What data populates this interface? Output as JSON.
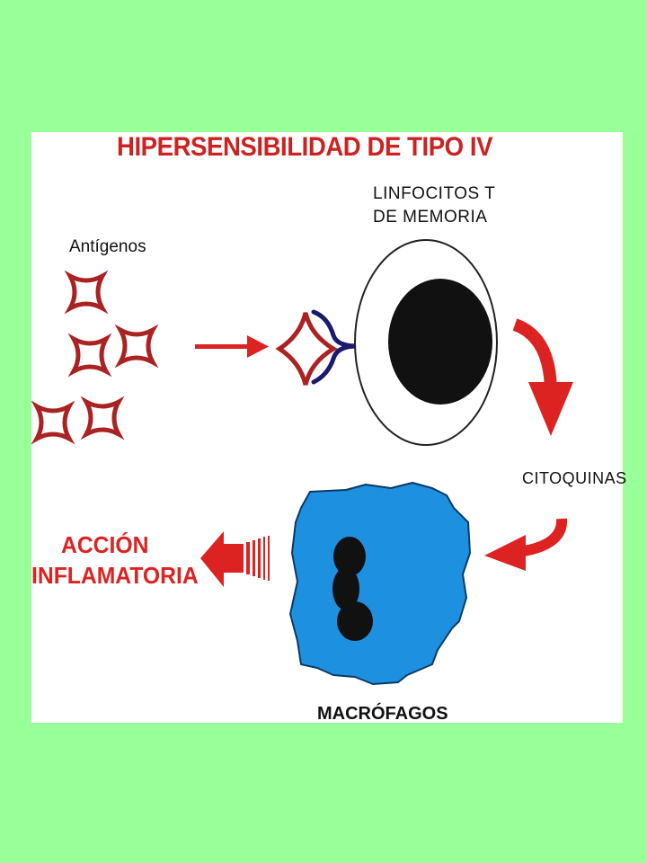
{
  "title": "HIPERSENSIBILIDAD DE TIPO IV",
  "labels": {
    "antigens": "Antígenos",
    "memory_t_line1": "LINFOCITOS  T",
    "memory_t_line2": "DE MEMORIA",
    "cytokines": "CITOQUINAS",
    "action_line1": "ACCIÓN",
    "action_line2": "INFLAMATORIA",
    "macrophages": "MACRÓFAGOS"
  },
  "colors": {
    "page_background": "#99ff99",
    "panel_background": "#ffffff",
    "title": "#cc2222",
    "arrow": "#dd2222",
    "antigen_stroke": "#aa2222",
    "receptor": "#1a1a6e",
    "nucleus": "#111111",
    "macrophage_fill": "#1e90e0"
  }
}
